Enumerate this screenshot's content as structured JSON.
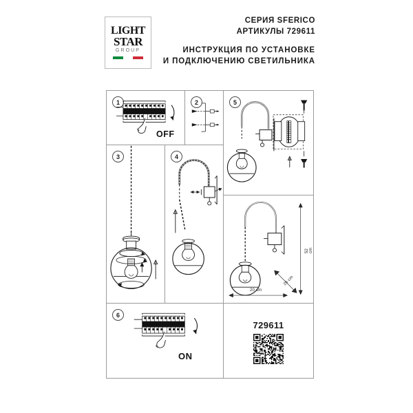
{
  "document": {
    "title": "ИНСТРУКЦИЯ ПО УСТАНОВКЕ И ПОДКЛЮЧЕНИЮ СВЕТИЛЬНИКА",
    "background_color": "#ffffff",
    "line_color": "#9a9a9a"
  },
  "logo": {
    "line1": "LIGHT",
    "line2": "STAR",
    "line3": "GROUP",
    "flag_colors": [
      "#0f8a3d",
      "#ffffff",
      "#ce2b37"
    ],
    "icon": "lightstar-logo"
  },
  "header": {
    "series_label": "СЕРИЯ SFERICO",
    "article_label": "АРТИКУЛЫ 729611",
    "title_line1": "ИНСТРУКЦИЯ ПО УСТАНОВКЕ",
    "title_line2": "И ПОДКЛЮЧЕНИЮ СВЕТИЛЬНИКА"
  },
  "steps": [
    {
      "number": "1",
      "name": "step-breaker-off",
      "caption": "OFF",
      "illustration": "circuit-breaker-panel-hand-switching-off"
    },
    {
      "number": "2",
      "name": "step-wire-connection",
      "caption": "",
      "illustration": "wire-terminal-connection-pair"
    },
    {
      "number": "3",
      "name": "step-shade-assembly",
      "caption": "",
      "illustration": "pendant-glass-sphere-shade-rotate-onto-socket"
    },
    {
      "number": "4",
      "name": "step-lamp-to-bracket",
      "caption": "",
      "illustration": "lamp-cable-inserted-into-wall-bracket-arm"
    },
    {
      "number": "5",
      "name": "step-wall-mount",
      "caption": "",
      "illustration": "wall-bracket-screw-mounting-with-detail-callout"
    },
    {
      "number": "6",
      "name": "step-breaker-on",
      "caption": "ON",
      "illustration": "circuit-breaker-panel-hand-switching-on"
    }
  ],
  "dimensions": {
    "name": "dimension-drawing",
    "height": "52 cm",
    "width": "20 cm",
    "depth": "26 cm",
    "illustration": "wall-lamp-side-elevation-with-dimension-arrows"
  },
  "qr_panel": {
    "article": "729611",
    "code_label": "qr-code"
  }
}
